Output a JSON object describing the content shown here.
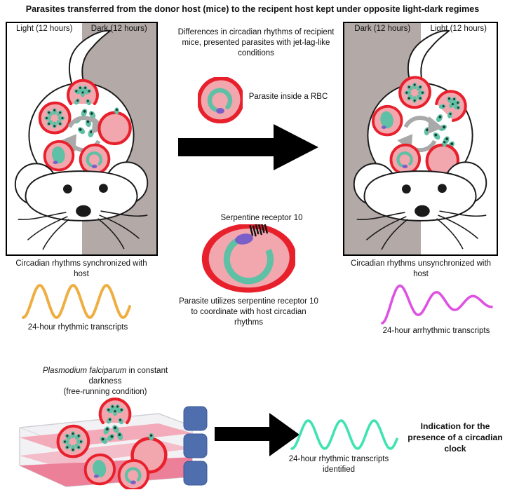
{
  "title": "Parasites transferred from the donor host (mice) to the recipent host kept under opposite light-dark regimes",
  "panels": {
    "donor": {
      "left_label": "Light (12 hours)",
      "right_label": "Dark (12 hours)",
      "caption": "Circadian rhythms synchronized with host"
    },
    "recipient": {
      "left_label": "Dark (12 hours)",
      "right_label": "Light (12 hours)",
      "caption": "Circadian rhythms unsynchronized with host"
    }
  },
  "middle": {
    "jetlag_text": "Differences in circadian rhythms of recipient mice, presented parasites with jet-lag-like conditions",
    "rbc_caption": "Parasite inside a RBC",
    "receptor_label": "Serpentine receptor 10",
    "receptor_caption": "Parasite utilizes serpentine receptor 10 to coordinate with host circadian rhythms"
  },
  "waves": {
    "donor_rhythmic": {
      "label": "24-hour rhythmic transcripts",
      "color": "#efae41",
      "cycles": 3.2,
      "amplitude": 23,
      "decay": 0,
      "stroke_width": 4
    },
    "recipient_arrhythmic": {
      "label": "24-hour arrhythmic transcripts",
      "color": "#de52e2",
      "cycles": 3.0,
      "amplitude": 30,
      "decay": 0.5,
      "stroke_width": 3.6
    },
    "culture_rhythmic": {
      "label": "24-hour rhythmic transcripts identified",
      "color": "#3fe3b1",
      "cycles": 3.2,
      "amplitude": 20,
      "decay": 0,
      "stroke_width": 3.6
    }
  },
  "culture": {
    "species": "Plasmodium falciparum",
    "title_rest": " in constant",
    "title_line2": "darkness",
    "title_line3": "(free-running condition)",
    "conclusion": "Indication for the presence of a circadian clock"
  },
  "colors": {
    "rbc_outline": "#e8202c",
    "rbc_fill": "#f2a6ae",
    "parasite_teal": "#5ec0a5",
    "nucleus_purple": "#7a5fc8",
    "panel_gray": "#b3aaa8",
    "cycle_gray": "#a9a9a9",
    "flask_cap_blue": "#4f6eae",
    "media_pink": "#ee8ba1",
    "arrow_black": "#000000"
  }
}
